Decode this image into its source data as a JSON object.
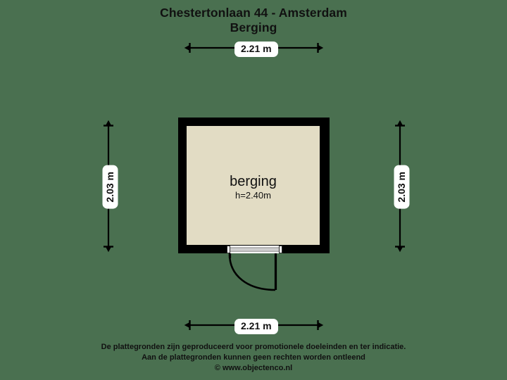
{
  "document": {
    "title_line_1": "Chestertonlaan 44 - Amsterdam",
    "title_line_2": "Berging"
  },
  "room": {
    "name": "berging",
    "height_label": "h=2.40m",
    "floor_color": "#e2dcc4",
    "wall_color": "#000000"
  },
  "dimensions": {
    "top": "2.21 m",
    "bottom": "2.21 m",
    "left": "2.03 m",
    "right": "2.03 m"
  },
  "footer": {
    "line_1": "De plattegronden zijn geproduceerd voor promotionele doeleinden en ter indicatie.",
    "line_2": "Aan de plattegronden kunnen geen rechten worden ontleend",
    "line_3": "© www.objectenco.nl"
  },
  "theme": {
    "background": "#4a7050",
    "ink": "#111111",
    "label_background": "#ffffff"
  }
}
